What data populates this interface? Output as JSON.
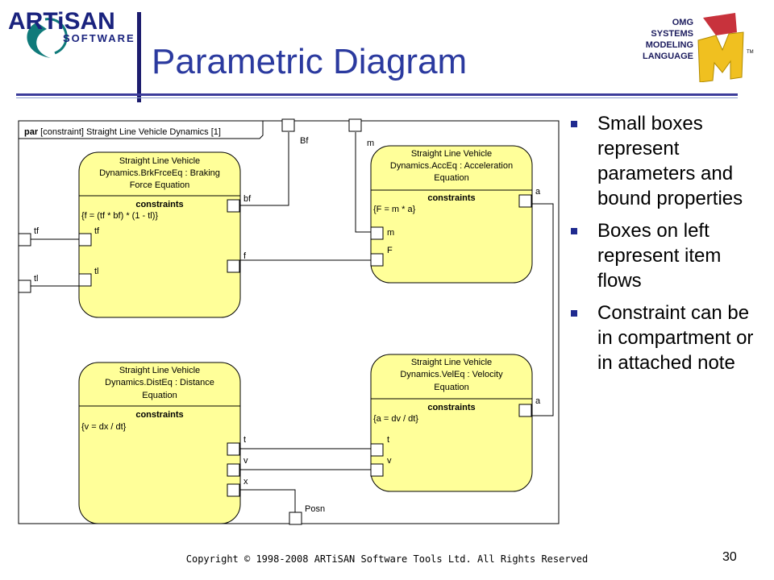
{
  "slide": {
    "title": "Parametric Diagram",
    "footer": "Copyright © 1998-2008 ARTiSAN Software Tools Ltd.  All Rights Reserved",
    "page_number": "30"
  },
  "logos": {
    "artisan_top": "ARTiSAN",
    "artisan_bottom": "SOFTWARE",
    "omg_lines": [
      "OMG",
      "SYSTEMS",
      "MODELING",
      "LANGUAGE"
    ],
    "sysml_mark": "SysML",
    "tm": "TM"
  },
  "bullets": [
    "Small boxes represent parameters and bound properties",
    "Boxes on left represent item flows",
    "Constraint can be in compartment or in attached note"
  ],
  "diagram": {
    "frame_label_bold": "par",
    "frame_label_rest": " [constraint] Straight Line Vehicle Dynamics [1]",
    "external_params": {
      "bf": "Bf",
      "m": "m",
      "tf": "tf",
      "tl": "tl",
      "posn": "Posn"
    },
    "blocks": {
      "brake": {
        "title": [
          "Straight Line Vehicle",
          "Dynamics.BrkFrceEq : Braking",
          "Force Equation"
        ],
        "heading": "constraints",
        "eq": "{f = (tf * bf) * (1 - tl)}",
        "ports": {
          "bf": "bf",
          "f": "f",
          "tf": "tf",
          "tl": "tl"
        }
      },
      "acc": {
        "title": [
          "Straight Line Vehicle",
          "Dynamics.AccEq : Acceleration",
          "Equation"
        ],
        "heading": "constraints",
        "eq": "{F = m * a}",
        "ports": {
          "a": "a",
          "m": "m",
          "F": "F"
        }
      },
      "dist": {
        "title": [
          "Straight Line Vehicle",
          "Dynamics.DistEq : Distance",
          "Equation"
        ],
        "heading": "constraints",
        "eq": "{v = dx / dt}",
        "ports": {
          "t": "t",
          "v": "v",
          "x": "x"
        }
      },
      "vel": {
        "title": [
          "Straight Line Vehicle",
          "Dynamics.VelEq : Velocity",
          "Equation"
        ],
        "heading": "constraints",
        "eq": "{a = dv / dt}",
        "ports": {
          "a": "a",
          "t": "t",
          "v": "v"
        }
      }
    }
  },
  "colors": {
    "title": "#2b3a9f",
    "block_fill": "#ffff99",
    "bullet": "#1f2a8f",
    "rule": "#3c3c9a",
    "sysml_s": "#c8323c",
    "sysml_m": "#f0c020",
    "artisan": "#1a237e",
    "artisan_swoosh": "#0f7a7a"
  }
}
